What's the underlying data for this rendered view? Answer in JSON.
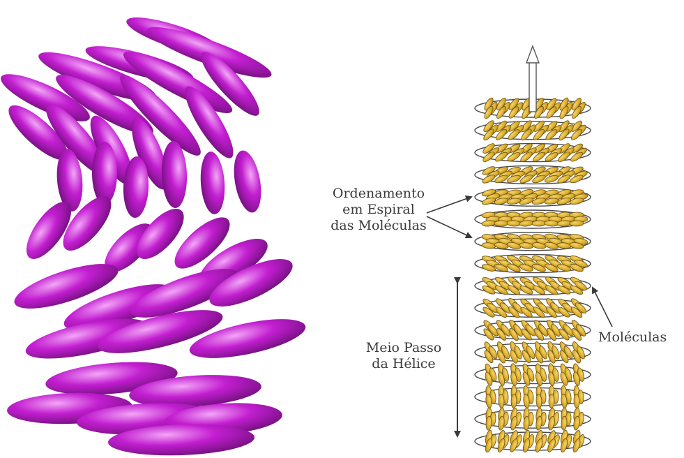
{
  "diagram": {
    "labels": {
      "ordering": [
        "Ordenamento",
        "em Espiral",
        "das Moléculas"
      ],
      "half_pitch": [
        "Meio Passo",
        "da Hélice"
      ],
      "molecules": "Moléculas"
    },
    "colors": {
      "purple_molecule": "#c21ed0",
      "purple_highlight": "#f3a6f7",
      "purple_shadow": "#6d0f78",
      "gold_molecule": "#d9aa2a",
      "gold_outline": "#6b5213",
      "disc_outline": "#4a4a4a",
      "arrow": "#3a3a3a"
    },
    "icons": {
      "director_arrow": "up-arrow-icon",
      "pitch_arrow": "double-headed-arrow-icon"
    }
  }
}
